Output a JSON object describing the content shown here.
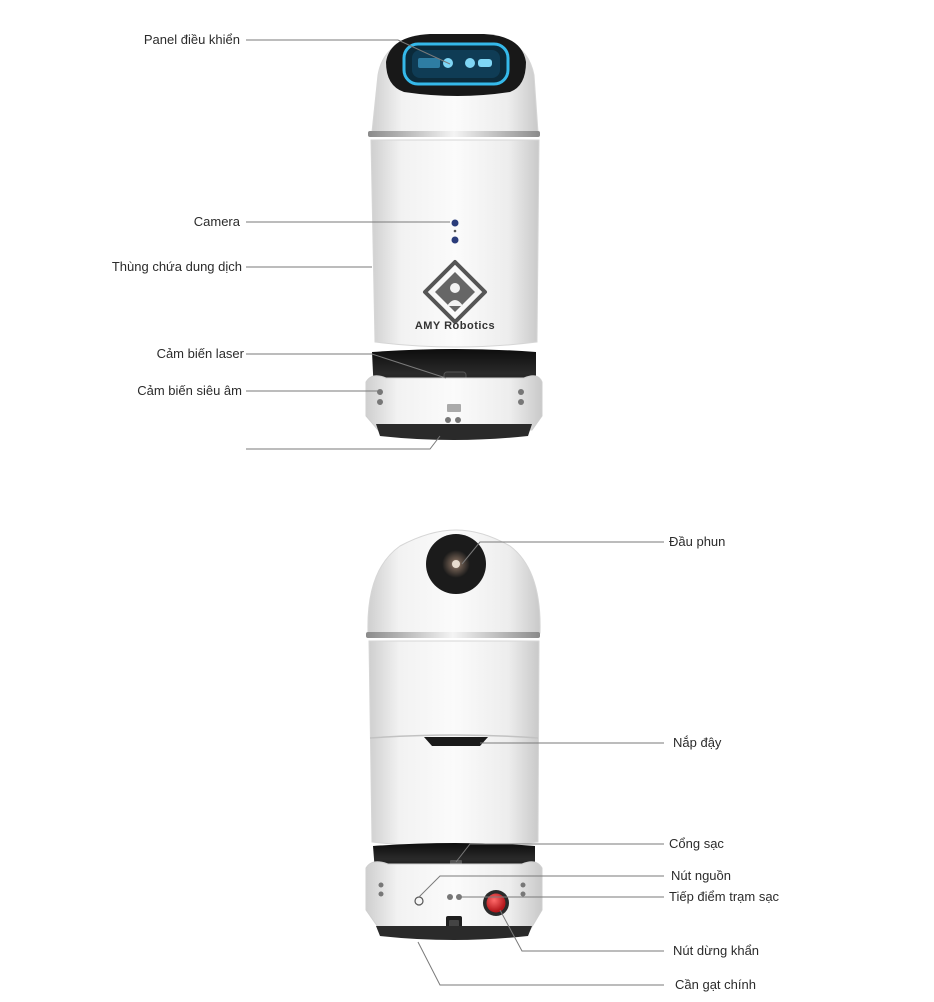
{
  "brand": {
    "logo_text": "AMY Robotics"
  },
  "front_view": {
    "labels": {
      "control_panel": "Panel điều khiển",
      "camera": "Camera",
      "solution_tank": "Thùng chứa dung dịch",
      "laser_sensor": "Cảm biến laser",
      "ultrasonic_sensor": "Cảm biến siêu âm",
      "unlabeled_pointer": ""
    }
  },
  "back_view": {
    "labels": {
      "spray_nozzle": "Đầu phun",
      "cover_lid": "Nắp đậy",
      "charging_port": "Cổng sạc",
      "power_button": "Nút nguồn",
      "charging_contacts": "Tiếp điểm trạm sạc",
      "emergency_stop": "Nút dừng khẩn",
      "main_lever": "Cần gạt chính"
    }
  },
  "colors": {
    "body_white": "#eeeeee",
    "body_shade": "#cfcfcf",
    "dark_band": "#1e1e1e",
    "screen_glow": "#35b9ea",
    "leader_line": "#7a7a7a",
    "emergency_red": "#d8262a"
  }
}
